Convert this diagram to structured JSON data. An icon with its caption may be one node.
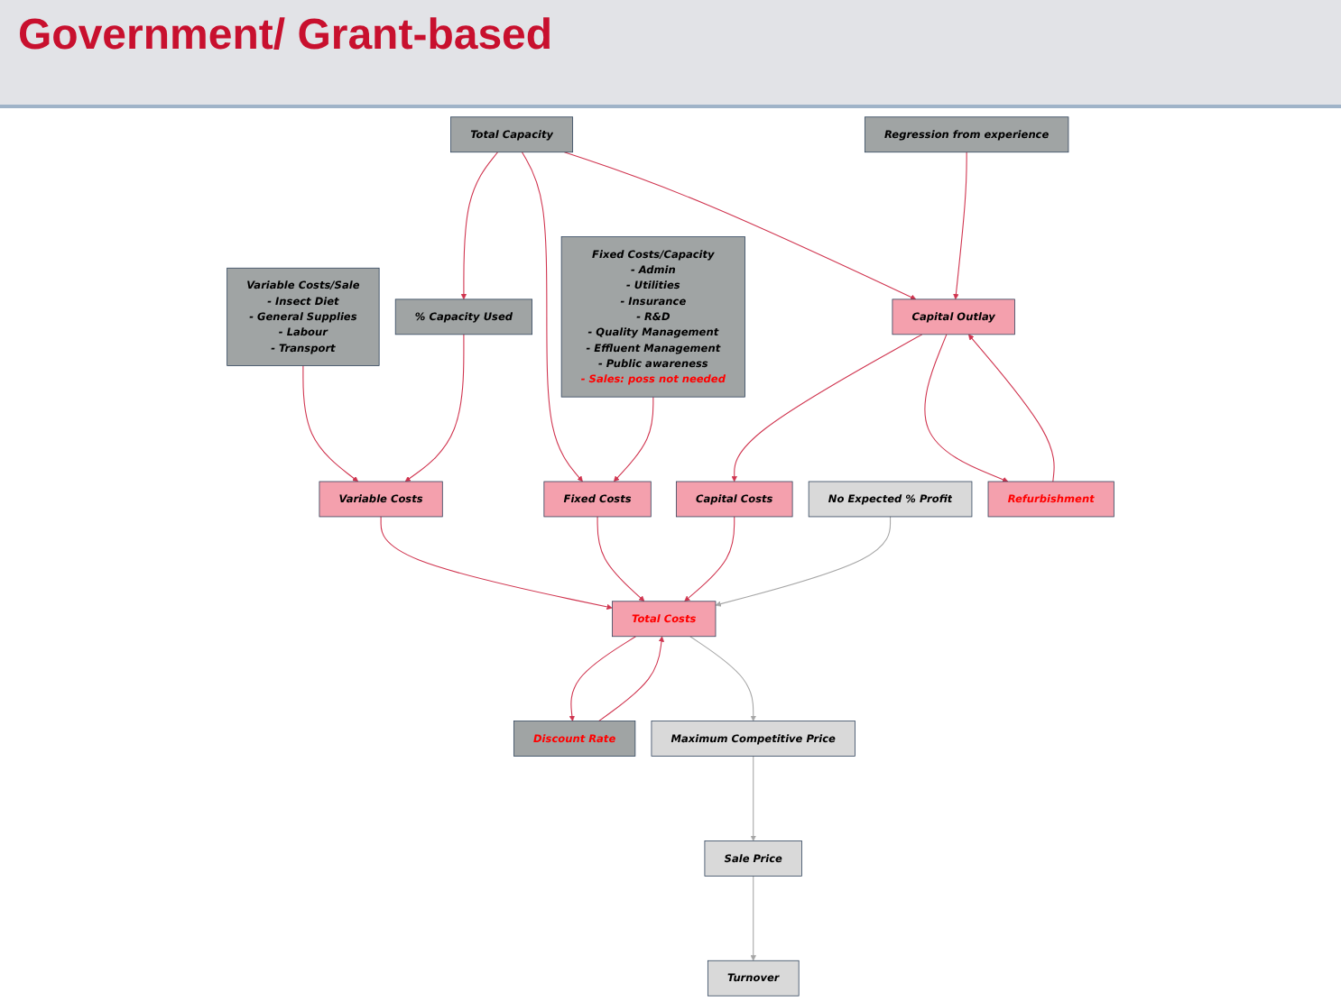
{
  "diagram": {
    "title": "Government/ Grant-based",
    "nodes": [
      {
        "text": [
          "Total Capacity"
        ]
      },
      {
        "text": [
          "Fixed Costs/Capacity",
          "- Admin",
          "- Utilities",
          "- Insurance",
          "- R&D",
          "- Quality Management",
          "- Effluent Management",
          "- Public awareness",
          "- Sales: poss not needed"
        ]
      },
      {
        "text": [
          "Variable Costs/Sale",
          "- Insect Diet",
          "- General Supplies",
          "- Labour",
          "- Transport"
        ]
      },
      {
        "text": [
          "% Capacity Used"
        ]
      },
      {
        "text": [
          "Regression from experience"
        ]
      },
      {
        "text": [
          "Variable Costs"
        ]
      },
      {
        "text": [
          "Fixed Costs"
        ]
      },
      {
        "text": [
          "Capital Costs"
        ]
      },
      {
        "text": [
          "Capital Outlay"
        ]
      },
      {
        "text": [
          "No Expected % Profit"
        ]
      },
      {
        "text": [
          "Refurbishment"
        ]
      },
      {
        "text": [
          "Total Costs"
        ]
      },
      {
        "text": [
          "Discount Rate"
        ]
      },
      {
        "text": [
          "Maximum Competitive Price"
        ]
      },
      {
        "text": [
          "Sale Price"
        ]
      },
      {
        "text": [
          "Turnover"
        ]
      }
    ],
    "edges": [
      {
        "from": 0,
        "to": 3,
        "arrow": "to"
      },
      {
        "from": 0,
        "to": 6,
        "arrow": "to"
      },
      {
        "from": 0,
        "to": 8,
        "arrow": "to"
      },
      {
        "from": 2,
        "to": 5,
        "arrow": "to"
      },
      {
        "from": 3,
        "to": 5,
        "arrow": "to"
      },
      {
        "from": 1,
        "to": 6,
        "arrow": "to"
      },
      {
        "from": 4,
        "to": 8,
        "arrow": "to"
      },
      {
        "from": 8,
        "to": 7,
        "arrow": "to"
      },
      {
        "from": 10,
        "to": 8,
        "arrow": "to"
      },
      {
        "from": 8,
        "to": 10,
        "arrow": "to"
      },
      {
        "from": 5,
        "to": 11,
        "arrow": "to"
      },
      {
        "from": 6,
        "to": 11,
        "arrow": "to"
      },
      {
        "from": 7,
        "to": 11,
        "arrow": "to"
      },
      {
        "from": 9,
        "to": 11,
        "arrow": "to",
        "color": "#a6a6a6"
      },
      {
        "from": 11,
        "to": 12,
        "arrow": "to"
      },
      {
        "from": 12,
        "to": 11,
        "arrow": "to"
      },
      {
        "from": 11,
        "to": 13,
        "arrow": "to",
        "color": "#a6a6a6"
      },
      {
        "from": 13,
        "to": 14,
        "arrow": "to",
        "color": "#a6a6a6"
      },
      {
        "from": 14,
        "to": 15,
        "arrow": "to",
        "color": "#a6a6a6"
      }
    ]
  }
}
